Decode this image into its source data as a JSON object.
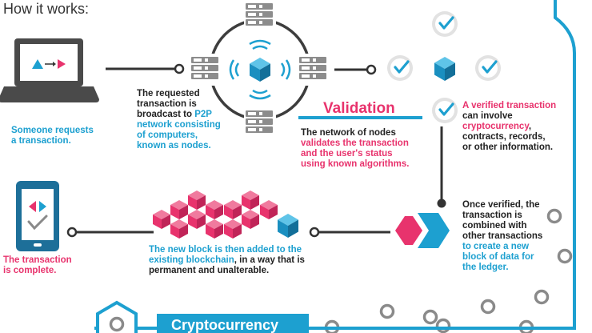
{
  "title": "How it works:",
  "step1": {
    "lines": [
      "Someone requests",
      "a transaction."
    ]
  },
  "step2": {
    "line1": "The requested",
    "line2": "transaction is",
    "line3a": "broadcast to ",
    "line3b": "P2P",
    "line4": "network consisting",
    "line5": "of computers,",
    "line6": "known as nodes."
  },
  "validation": {
    "heading": "Validation",
    "line1": "The network of nodes",
    "line2": "validates the transaction",
    "line3": "and the user's status",
    "line4": "using known algorithms."
  },
  "verified": {
    "line1": "A verified transaction",
    "line2": "can involve",
    "line3a": "cryptocurrency",
    "line3b": ",",
    "line4": "contracts, records,",
    "line5": "or other information."
  },
  "combined": {
    "line1": "Once verified, the",
    "line2": "transaction is",
    "line3": "combined with",
    "line4": "other transactions",
    "line5": "to create a new",
    "line6": "block of data for",
    "line7": "the ledger."
  },
  "block_added": {
    "line1a": "The new block is then added to the",
    "line2a": "existing blockchain",
    "line2b": ", in a way that is",
    "line3": "permanent and unalterable."
  },
  "complete": {
    "lines": [
      "The transaction",
      "is complete."
    ]
  },
  "bottom_label": "Cryptocurrency",
  "colors": {
    "blue": "#1da0d0",
    "pink": "#e8336d",
    "dark": "#3d3d3d",
    "gray": "#8a8a8a"
  },
  "icons": [
    "laptop-icon",
    "server-icon",
    "cube-icon",
    "wifi-icon",
    "check-circle-icon",
    "phone-icon",
    "blockchain-blocks-icon",
    "arrow-logo-icon"
  ]
}
